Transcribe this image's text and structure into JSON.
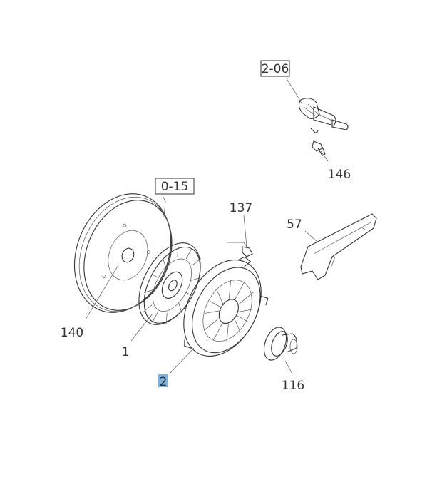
{
  "diagram": {
    "references": [
      {
        "id": "ref-2-06",
        "label": "2-06"
      },
      {
        "id": "ref-0-15",
        "label": "0-15"
      }
    ],
    "callouts": [
      {
        "id": "146",
        "label": "146"
      },
      {
        "id": "137",
        "label": "137"
      },
      {
        "id": "57",
        "label": "57"
      },
      {
        "id": "140",
        "label": "140"
      },
      {
        "id": "1",
        "label": "1"
      },
      {
        "id": "2",
        "label": "2",
        "highlighted": true
      },
      {
        "id": "116",
        "label": "116"
      }
    ],
    "highlight_color": "#7fb2de"
  }
}
